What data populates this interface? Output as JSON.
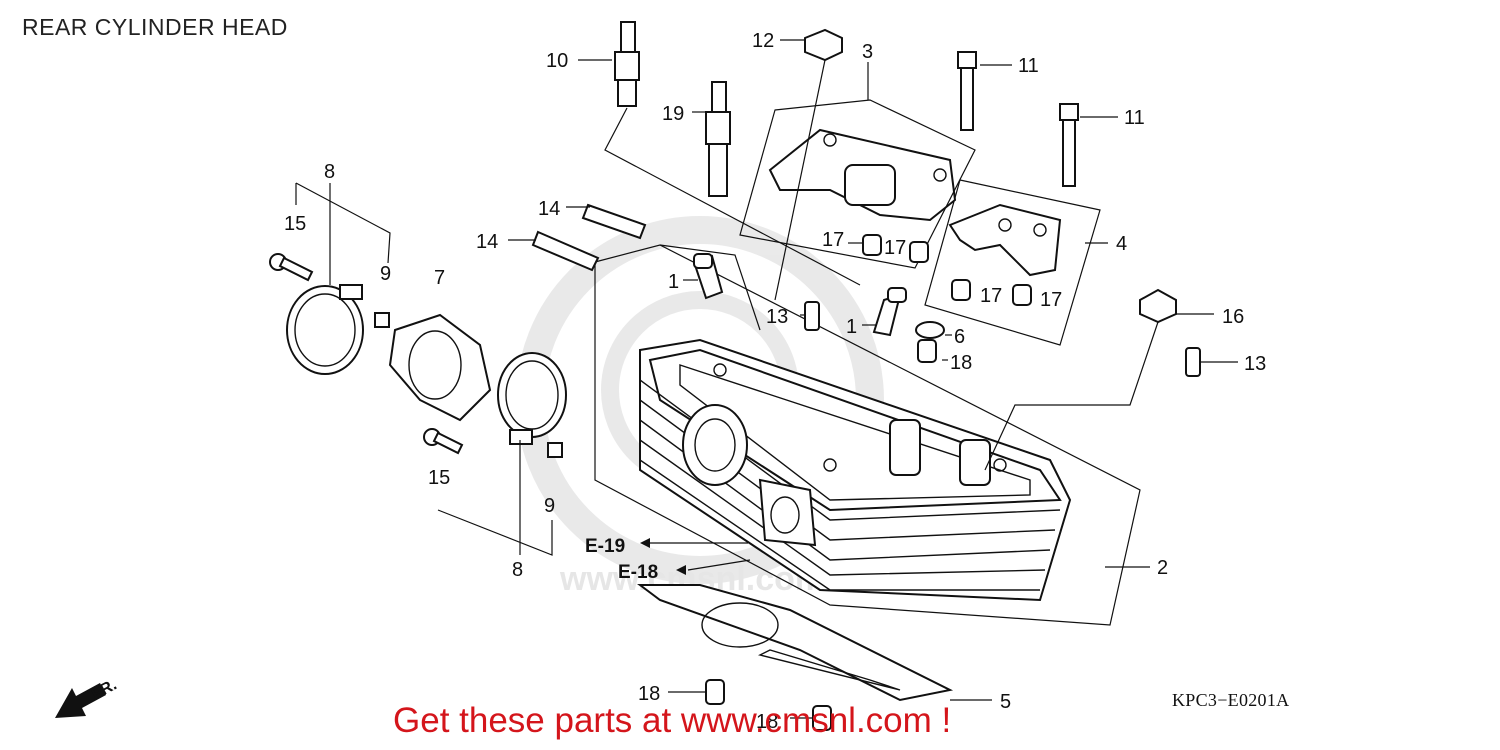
{
  "title": "REAR CYLINDER HEAD",
  "diagram_code": "KPC3−E0201A",
  "call_to_action": "Get these parts at www.cmsnl.com !",
  "watermark": "www.cmsnl.com",
  "front_indicator": "FR.",
  "callouts": {
    "c1a": "1",
    "c1b": "1",
    "c2": "2",
    "c3": "3",
    "c4": "4",
    "c5": "5",
    "c6": "6",
    "c7": "7",
    "c8a": "8",
    "c8b": "8",
    "c9a": "9",
    "c9b": "9",
    "c10": "10",
    "c11a": "11",
    "c11b": "11",
    "c12": "12",
    "c13a": "13",
    "c13b": "13",
    "c14a": "14",
    "c14b": "14",
    "c15a": "15",
    "c15b": "15",
    "c16": "16",
    "c17a": "17",
    "c17b": "17",
    "c17c": "17",
    "c17d": "17",
    "c18a": "18",
    "c18b": "18",
    "c18c": "18",
    "c19": "19"
  },
  "references": {
    "e19": "E-19",
    "e18": "E-18"
  }
}
